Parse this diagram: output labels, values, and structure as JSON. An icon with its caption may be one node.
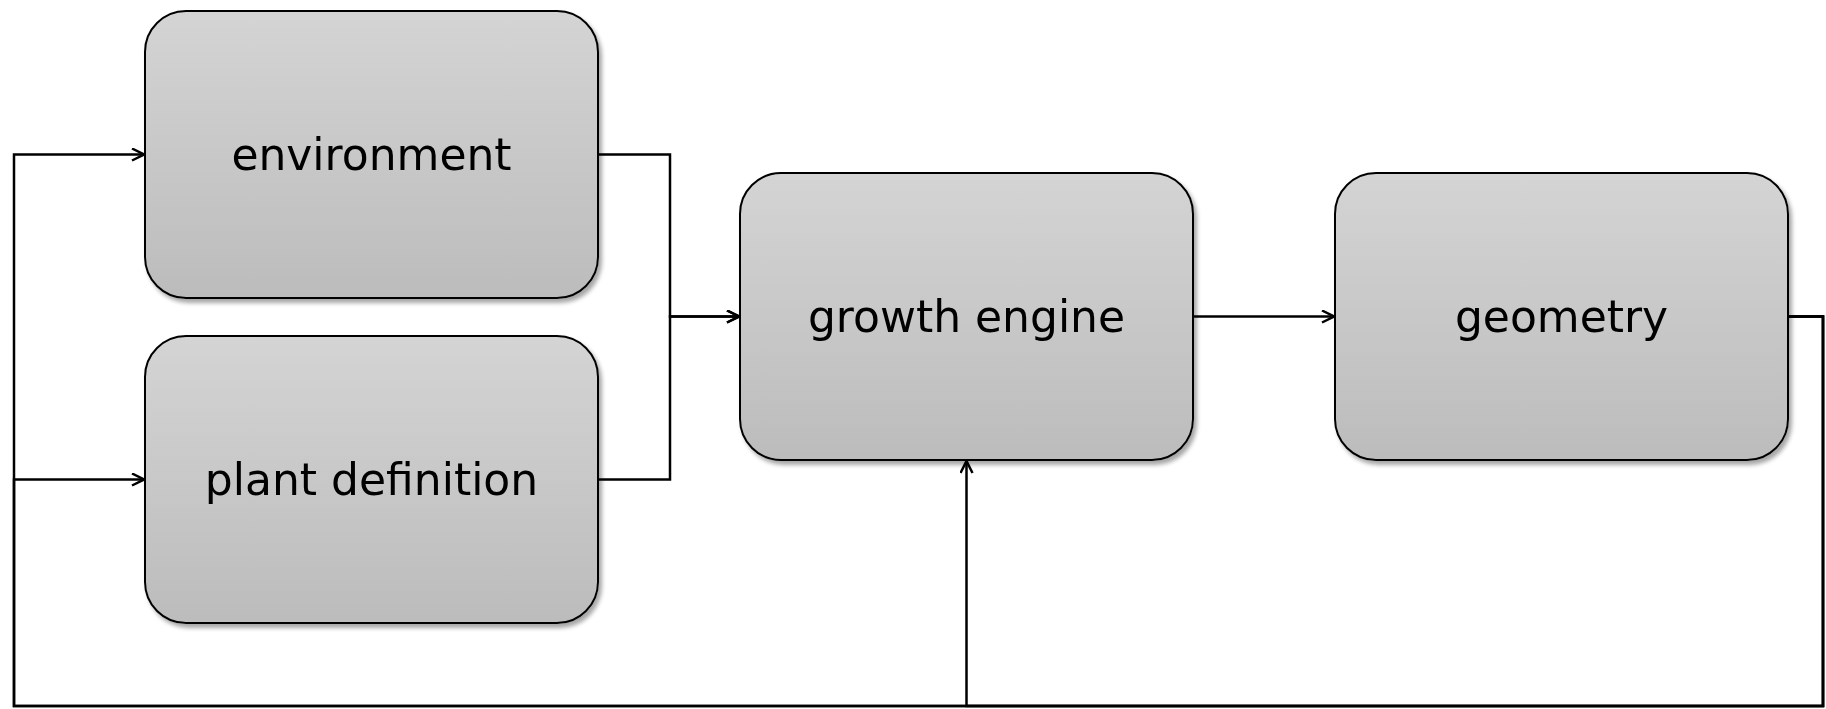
{
  "diagram": {
    "nodes": [
      {
        "text": [
          "environment"
        ]
      },
      {
        "text": [
          "plant definition"
        ]
      },
      {
        "text": [
          "growth engine"
        ]
      },
      {
        "text": [
          "geometry"
        ]
      }
    ],
    "edges": [
      {
        "from": 0,
        "to": 2,
        "arrow": "to"
      },
      {
        "from": 1,
        "to": 2,
        "arrow": "to"
      },
      {
        "from": 2,
        "to": 3,
        "arrow": "to"
      },
      {
        "from": 3,
        "to": 2,
        "arrow": "to"
      },
      {
        "from": 3,
        "to": 0,
        "arrow": "to"
      },
      {
        "from": 3,
        "to": 1,
        "arrow": "to"
      }
    ]
  }
}
